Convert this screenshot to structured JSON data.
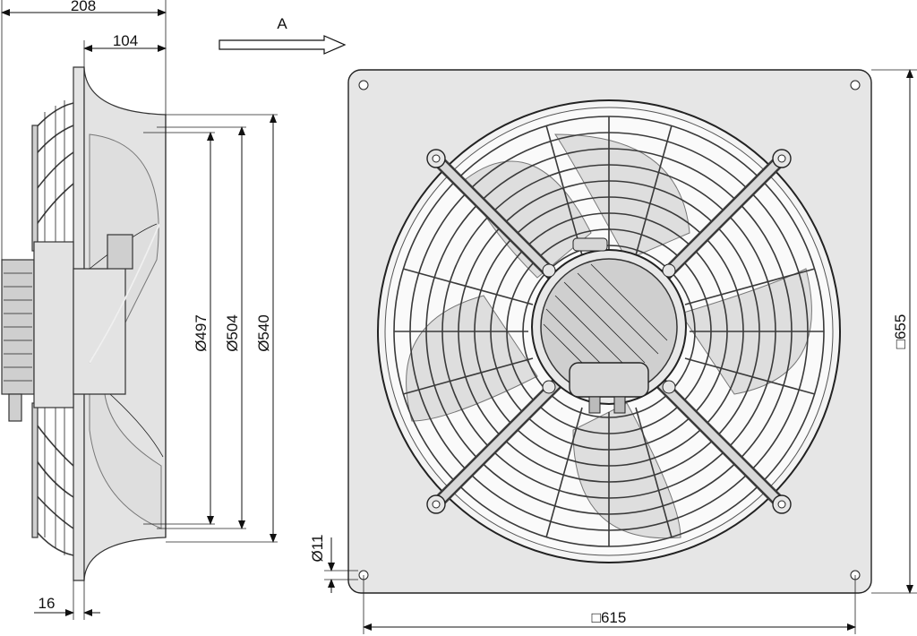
{
  "dimensions": {
    "overall_depth": "208",
    "motor_depth": "104",
    "view_label": "A",
    "dia_impeller": "Ø497",
    "dia_inner": "Ø504",
    "dia_outer": "Ø540",
    "flange_thickness": "16",
    "hole_dia": "Ø11",
    "plate_size": "□655",
    "hole_pitch": "□615"
  },
  "colors": {
    "plate": "#e6e6e6",
    "line": "#111111",
    "motor": "#cfcfcf"
  }
}
